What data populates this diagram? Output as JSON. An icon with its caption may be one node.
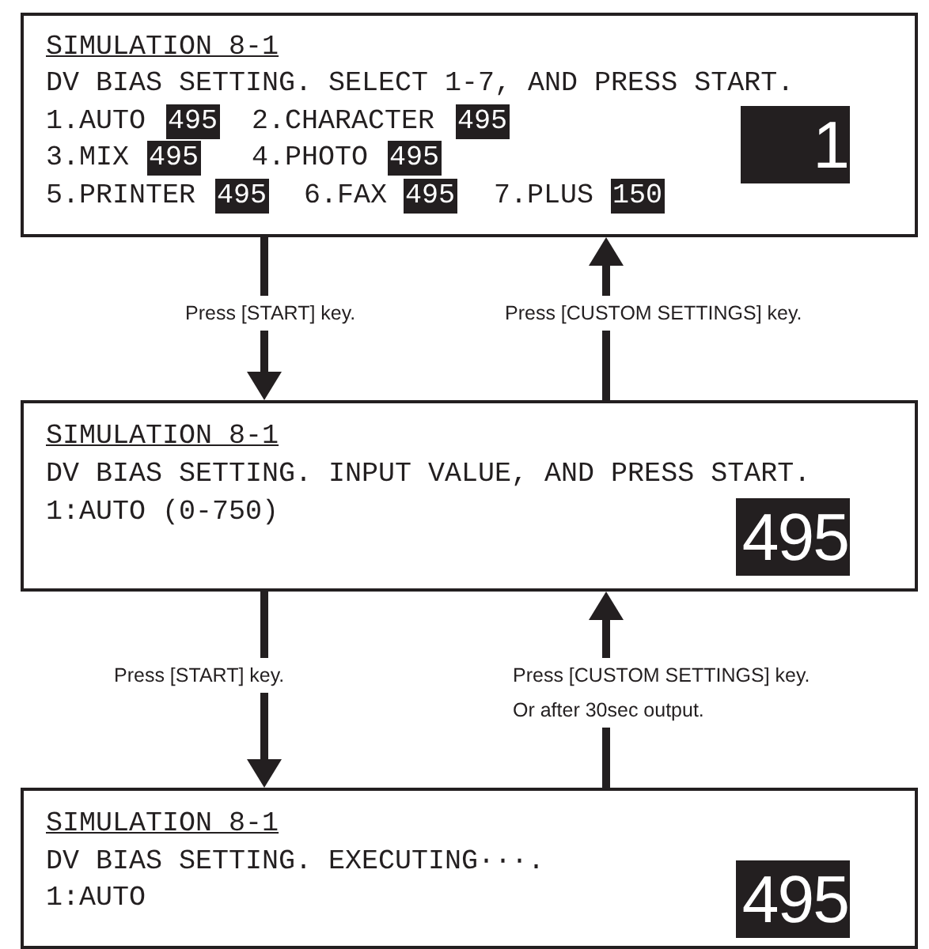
{
  "diagram": {
    "nodes": [
      {
        "text": [
          "SIMULATION 8-1",
          "DV BIAS SETTING. SELECT 1-7, AND PRESS START.",
          "1.AUTO",
          "495",
          "2.CHARACTER",
          "495",
          "3.MIX",
          "495",
          "4.PHOTO",
          "495",
          "5.PRINTER",
          "495",
          "6.FAX",
          "495",
          "7.PLUS",
          "150",
          "1"
        ]
      },
      {
        "text": [
          "SIMULATION 8-1",
          "DV BIAS SETTING. INPUT VALUE, AND PRESS START.",
          "1:AUTO (0-750)",
          "495"
        ]
      },
      {
        "text": [
          "SIMULATION 8-1",
          "DV BIAS SETTING. EXECUTING···.",
          "1:AUTO",
          "495"
        ]
      }
    ],
    "edges": [
      {
        "from": 0,
        "to": 1,
        "arrow": "to",
        "label": "Press [START] key."
      },
      {
        "from": 1,
        "to": 0,
        "arrow": "to",
        "label": "Press [CUSTOM SETTINGS] key."
      },
      {
        "from": 1,
        "to": 2,
        "arrow": "to",
        "label": "Press [START] key."
      },
      {
        "from": 2,
        "to": 1,
        "arrow": "to",
        "label": "Press [CUSTOM SETTINGS] key. Or after 30sec output."
      }
    ]
  }
}
